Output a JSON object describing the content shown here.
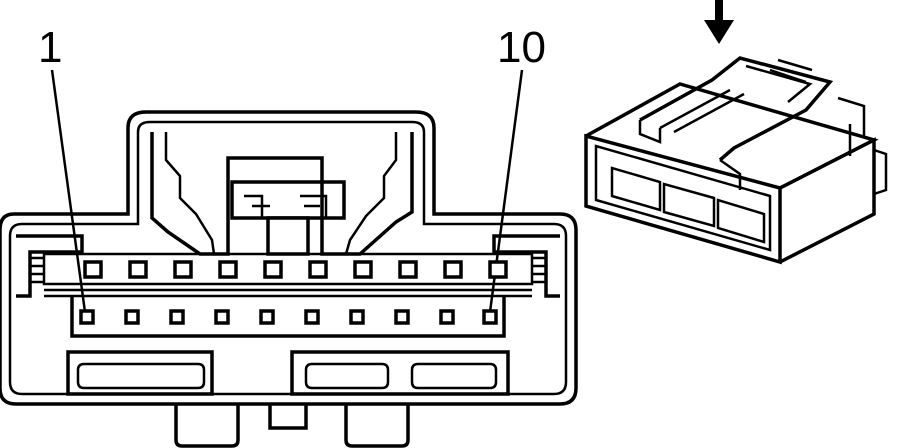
{
  "labels": {
    "first_pin": "1",
    "last_pin": "10"
  },
  "connector": {
    "top_row_cavities": 10,
    "bottom_row_terminals": 10
  },
  "colors": {
    "line": "#000000",
    "background": "#ffffff"
  },
  "icons": {
    "insertion_direction": "arrow-down-icon"
  }
}
